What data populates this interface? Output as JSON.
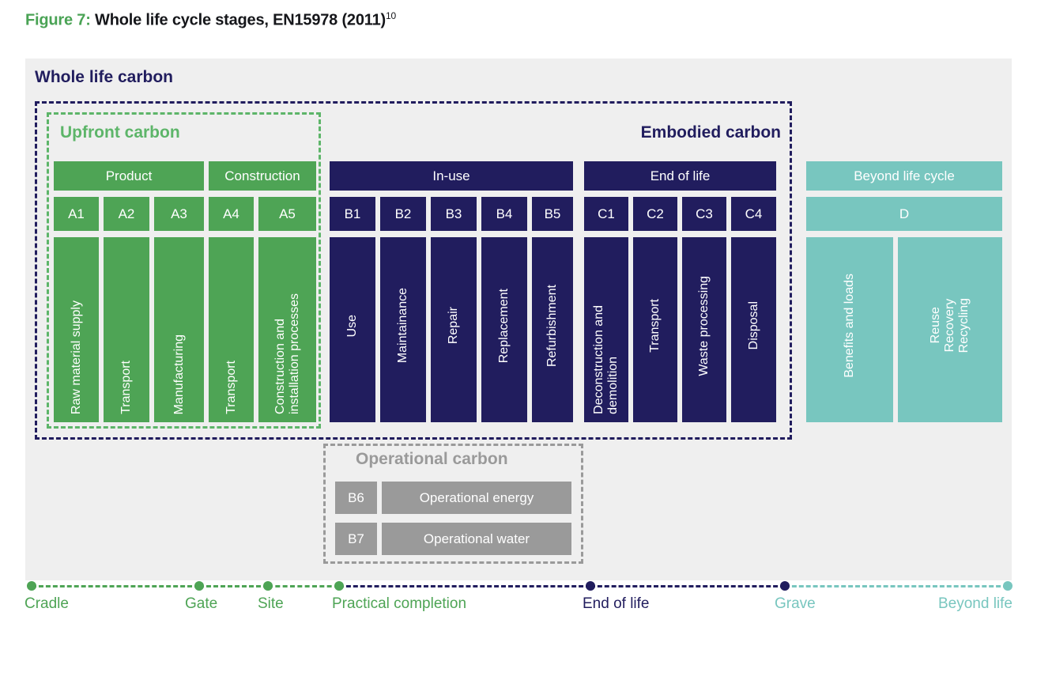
{
  "figure": {
    "label": "Figure 7:",
    "title": "Whole life cycle stages, EN15978 (2011)",
    "superscript": "10"
  },
  "panel": {
    "title": "Whole life carbon"
  },
  "frames": {
    "upfront": "Upfront carbon",
    "embodied": "Embodied carbon",
    "operational": "Operational carbon"
  },
  "colors": {
    "green": "#4ea455",
    "navy": "#211d5e",
    "teal": "#78c6bf",
    "grey": "#9a9a9a",
    "panel_background": "#efefef",
    "caption_green": "#4aa355"
  },
  "groups": [
    {
      "name": "Product",
      "color": "green",
      "codes": [
        "A1",
        "A2",
        "A3"
      ],
      "stages": [
        "Raw material supply",
        "Transport",
        "Manufacturing"
      ]
    },
    {
      "name": "Construction",
      "color": "green",
      "codes": [
        "A4",
        "A5"
      ],
      "stages": [
        "Transport",
        "Construction and\ninstallation processes"
      ]
    },
    {
      "name": "In-use",
      "color": "navy",
      "codes": [
        "B1",
        "B2",
        "B3",
        "B4",
        "B5"
      ],
      "stages": [
        "Use",
        "Maintainance",
        "Repair",
        "Replacement",
        "Refurbishment"
      ]
    },
    {
      "name": "End of life",
      "color": "navy",
      "codes": [
        "C1",
        "C2",
        "C3",
        "C4"
      ],
      "stages": [
        "Deconstruction and\ndemolition",
        "Transport",
        "Waste processing",
        "Disposal"
      ]
    },
    {
      "name": "Beyond life cycle",
      "color": "teal",
      "codes": [
        "D"
      ],
      "stages": [
        "Benefits and loads",
        "Reuse\nRecovery\nRecycling"
      ]
    }
  ],
  "operational": {
    "rows": [
      {
        "code": "B6",
        "label": "Operational energy"
      },
      {
        "code": "B7",
        "label": "Operational water"
      }
    ]
  },
  "timeline": {
    "milestones": [
      {
        "label": "Cradle",
        "color": "green"
      },
      {
        "label": "Gate",
        "color": "green"
      },
      {
        "label": "Site",
        "color": "green"
      },
      {
        "label": "Practical completion",
        "color": "green"
      },
      {
        "label": "End of life",
        "color": "navy"
      },
      {
        "label": "Grave",
        "color": "teal"
      },
      {
        "label": "Beyond life",
        "color": "teal"
      }
    ]
  }
}
